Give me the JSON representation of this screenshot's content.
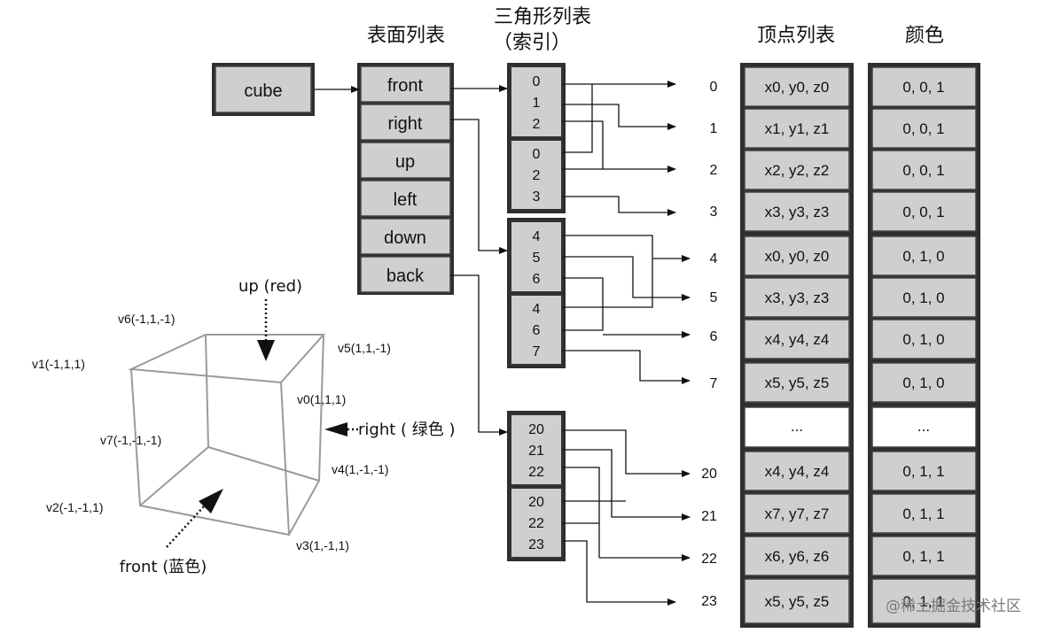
{
  "headers": {
    "faces": "表面列表",
    "triangles_line1": "三角形列表",
    "triangles_line2": "（索引）",
    "vertices": "顶点列表",
    "colors": "颜色"
  },
  "root": "cube",
  "faces": [
    "front",
    "right",
    "up",
    "left",
    "down",
    "back"
  ],
  "triangle_groups": [
    {
      "face": "front",
      "triangles": [
        [
          "0",
          "1",
          "2"
        ],
        [
          "0",
          "2",
          "3"
        ]
      ]
    },
    {
      "face": "right",
      "triangles": [
        [
          "4",
          "5",
          "6"
        ],
        [
          "4",
          "6",
          "7"
        ]
      ]
    },
    {
      "face": "back",
      "triangles": [
        [
          "20",
          "21",
          "22"
        ],
        [
          "20",
          "22",
          "23"
        ]
      ]
    }
  ],
  "vertex_indices": [
    "0",
    "1",
    "2",
    "3",
    "4",
    "5",
    "6",
    "7",
    "",
    "20",
    "21",
    "22",
    "23"
  ],
  "vertex_list": [
    "x0, y0, z0",
    "x1, y1, z1",
    "x2, y2, z2",
    "x3, y3, z3",
    "x0, y0, z0",
    "x3, y3, z3",
    "x4, y4, z4",
    "x5, y5, z5",
    "...",
    "x4, y4, z4",
    "x7, y7, z7",
    "x6, y6, z6",
    "x5, y5, z5"
  ],
  "color_list": [
    "0, 0, 1",
    "0, 0, 1",
    "0, 0, 1",
    "0, 0, 1",
    "0, 1, 0",
    "0, 1, 0",
    "0, 1, 0",
    "0, 1, 0",
    "...",
    "0, 1, 1",
    "0, 1, 1",
    "0, 1, 1",
    "0, 1, 1"
  ],
  "cube_labels": {
    "up": "up (red)",
    "right": "right ( 绿色 )",
    "front": "front (蓝色)",
    "v0": "v0(1,1,1)",
    "v1": "v1(-1,1,1)",
    "v2": "v2(-1,-1,1)",
    "v3": "v3(1,-1,1)",
    "v4": "v4(1,-1,-1)",
    "v5": "v5(1,1,-1)",
    "v6": "v6(-1,1,-1)",
    "v7": "v7(-1,-1,-1)"
  },
  "watermark": "@稀土掘金技术社区"
}
